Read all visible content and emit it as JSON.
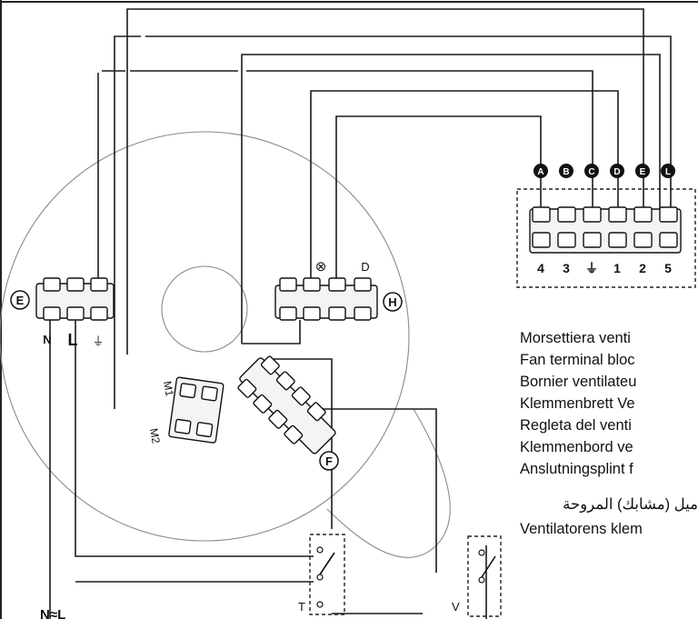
{
  "labels": {
    "block_e": "E",
    "block_h": "H",
    "block_f": "F",
    "n_terminal": "N",
    "l_terminal": "L",
    "earth_symbol": "⏚",
    "lamp_symbol": "⊗",
    "d_label": "D",
    "m1": "M1",
    "m2": "M2",
    "switch_t": "T",
    "switch_v": "V",
    "n_supply": "N≈L"
  },
  "fan_terminal": {
    "top_badges": [
      "A",
      "B",
      "C",
      "D",
      "E",
      "L"
    ],
    "bottom_numbers": [
      "4",
      "3",
      "⏚",
      "1",
      "2",
      "5"
    ]
  },
  "legend": [
    "Morsettiera venti",
    "Fan terminal bloc",
    "Bornier ventilateu",
    "Klemmenbrett Ve",
    "Regleta del venti",
    "Klemmenbord ve",
    "Anslutningsplint f",
    "ميل (مشابك) المروحة",
    "Ventilatorens klem"
  ]
}
